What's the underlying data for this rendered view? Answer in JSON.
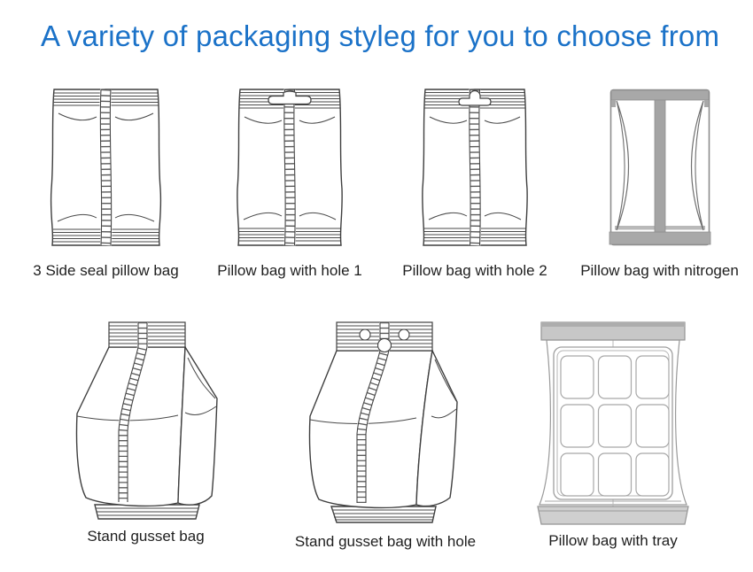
{
  "title": {
    "text": "A variety of packaging styleg for you to choose from",
    "color": "#1b72c8"
  },
  "figures": [
    {
      "id": "3-side-seal-pillow-bag",
      "label": "3 Side seal pillow bag"
    },
    {
      "id": "pillow-bag-with-hole-1",
      "label": "Pillow bag with hole 1"
    },
    {
      "id": "pillow-bag-with-hole-2",
      "label": "Pillow bag with hole 2"
    },
    {
      "id": "pillow-bag-with-nitrogen",
      "label": "Pillow bag with nitrogen"
    },
    {
      "id": "stand-gusset-bag",
      "label": "Stand gusset bag"
    },
    {
      "id": "stand-gusset-bag-with-hole",
      "label": "Stand gusset bag with hole"
    },
    {
      "id": "pillow-bag-with-tray",
      "label": "Pillow bag with tray"
    }
  ],
  "colors": {
    "background": "#ffffff",
    "title_blue": "#1b72c8",
    "line_art": "#3f3f3f",
    "nitrogen_bag_gray": "#a8a8a8",
    "tray_bag_band_gray": "#c7c7c7",
    "label_text": "#1e1e1e"
  }
}
